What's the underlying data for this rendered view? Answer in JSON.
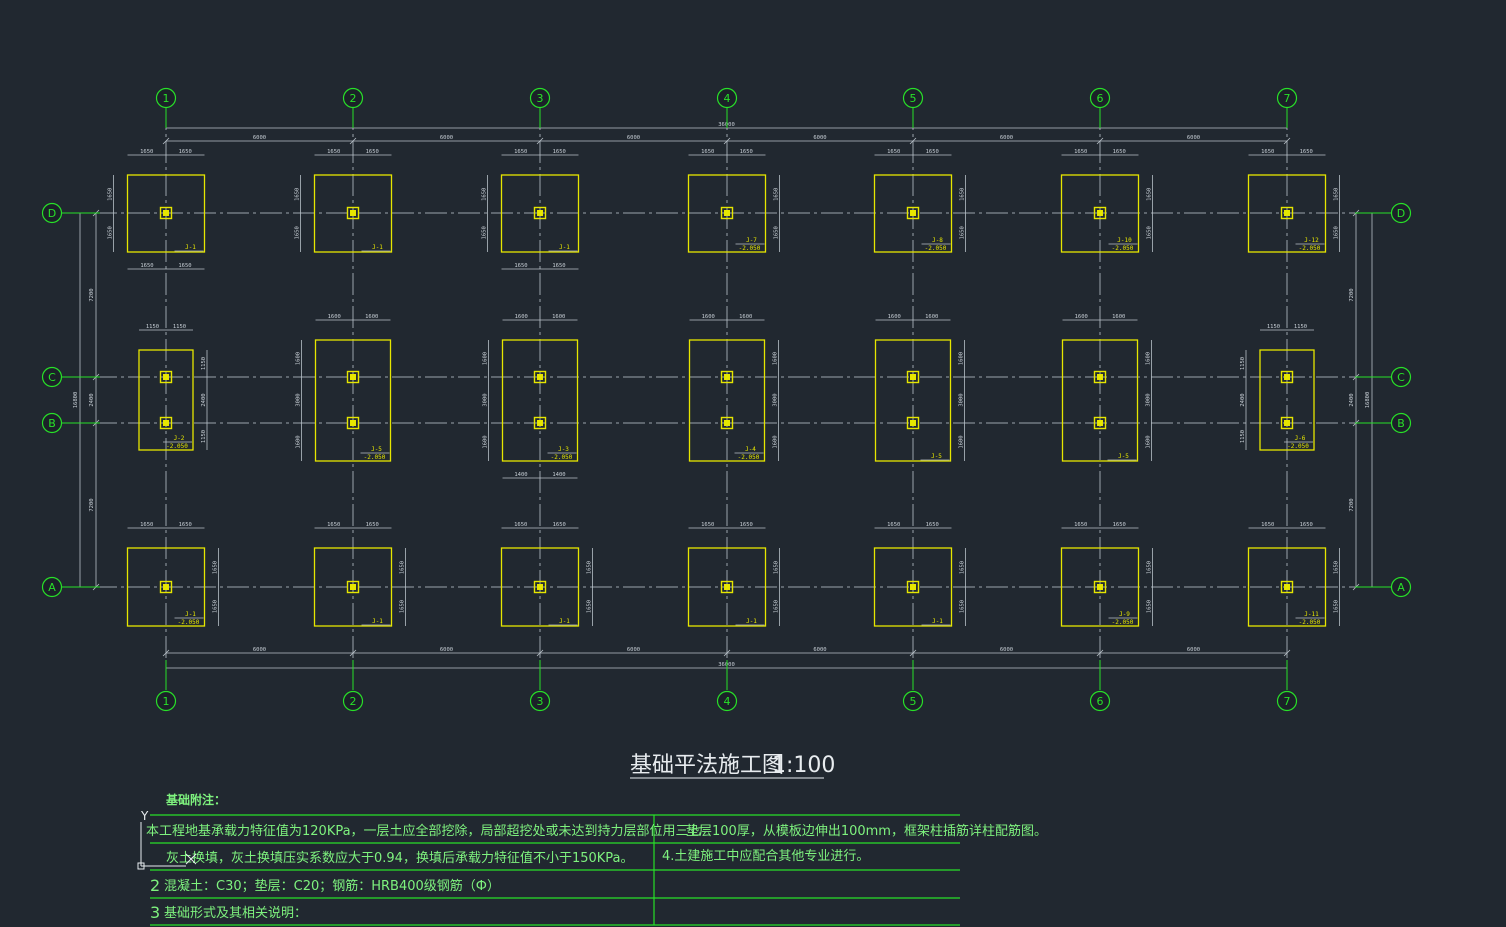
{
  "drawing": {
    "title": "基础平法施工图",
    "scale": "1:100",
    "axes_x": [
      "1",
      "2",
      "3",
      "4",
      "5",
      "6",
      "7"
    ],
    "axes_y": [
      "D",
      "C",
      "B",
      "A"
    ],
    "span_x": "6000",
    "total_x": "36000",
    "span_da": "7200",
    "span_cb": "2400",
    "total_y": "16800",
    "footing_half_1650": "1650",
    "footing_half_1150": "1150",
    "footing_half_1600": "1600",
    "footing_half_1400": "1400",
    "footing_center_2400": "2400",
    "footing_center_3000": "3000",
    "footing_tags": {
      "D": [
        "J-1",
        "J-1",
        "J-1",
        "J-7",
        "J-8",
        "J-10",
        "J-12"
      ],
      "CB": [
        "J-2",
        "J-5",
        "J-3",
        "J-4",
        "J-5",
        "J-5",
        "J-6"
      ],
      "A": [
        "J-1",
        "J-1",
        "J-1",
        "J-1",
        "J-1",
        "J-9",
        "J-11"
      ]
    },
    "elevation": "-2.050"
  },
  "notes": {
    "heading": "基础附注：",
    "item1": "本工程地基承载力特征值为120KPa，一层土应全部挖除，局部超挖处或未达到持力层部位用三七",
    "item1_cont": "灰土换填，灰土换填压实系数应大于0.94，换填后承载力特征值不小于150KPa。",
    "item2_num": "2",
    "item2": "混凝土：C30；垫层：C20；钢筋：HRB400级钢筋（Ф）",
    "item3_num": "3",
    "item3": "基础形式及其相关说明：",
    "right1": "垫层100厚，从模板边伸出100mm，框架柱插筋详柱配筋图。",
    "right2": "4.土建施工中应配合其他专业进行。"
  },
  "ucs": {
    "y_label": "Y"
  },
  "colors": {
    "background": "#212830",
    "footing": "#e6e600",
    "axis_bubble": "#28e028",
    "notes": "#7ef27e",
    "dim": "#b8c0c8"
  }
}
